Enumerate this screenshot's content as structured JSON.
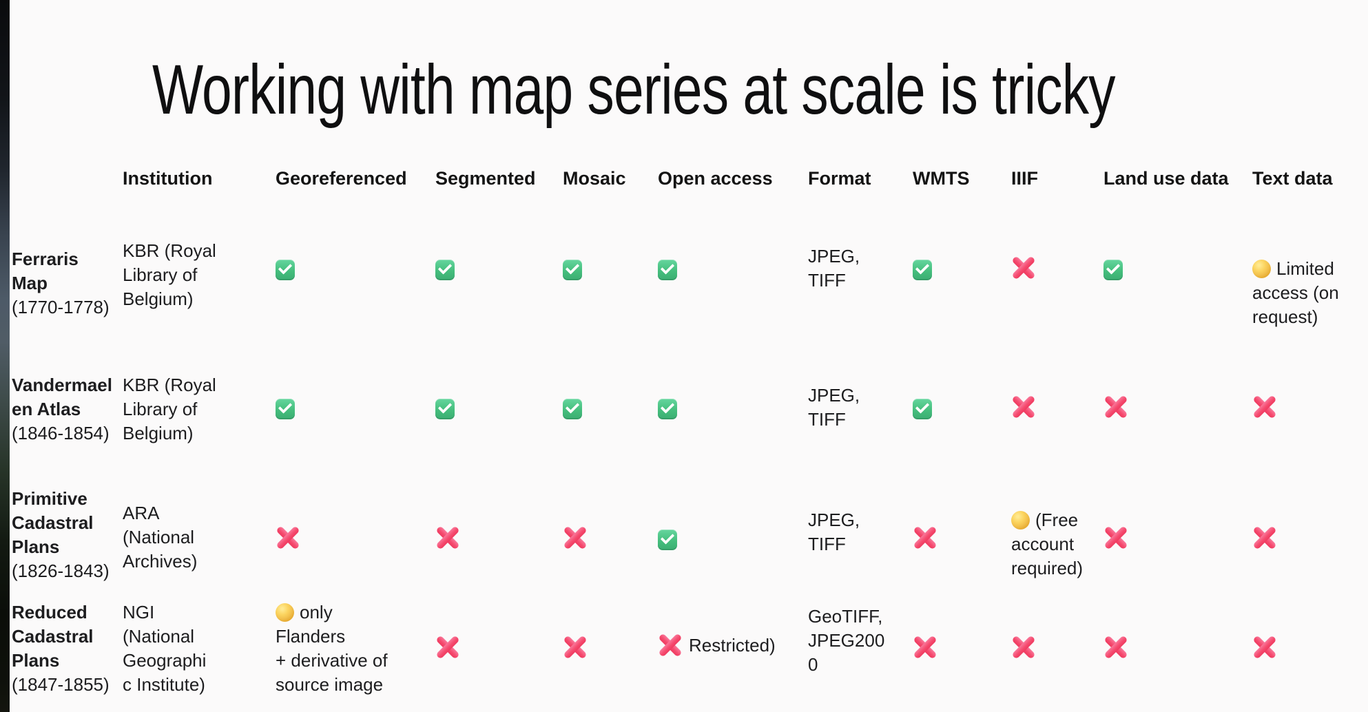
{
  "title": "Working with map series at scale is tricky",
  "colors": {
    "check_green": "#45be7d",
    "cross_pink": "#f5496d",
    "circle_yellow": "#f2c14e",
    "text": "#1d1d1f",
    "background": "#fbfafa"
  },
  "table": {
    "columns": [
      "",
      "Institution",
      "Georeferenced",
      "Segmented",
      "Mosaic",
      "Open access",
      "Format",
      "WMTS",
      "IIIF",
      "Land use data",
      "Text data"
    ],
    "rows": [
      {
        "name": "Ferraris Map",
        "years": "(1770-1778)",
        "cells": [
          {
            "type": "text",
            "text": "KBR (Royal\nLibrary of\nBelgium)"
          },
          {
            "type": "check"
          },
          {
            "type": "check"
          },
          {
            "type": "check"
          },
          {
            "type": "check"
          },
          {
            "type": "text",
            "text": "JPEG,\nTIFF"
          },
          {
            "type": "check"
          },
          {
            "type": "cross"
          },
          {
            "type": "check"
          },
          {
            "type": "circle_text",
            "text": "Limited\naccess (on\nrequest)"
          }
        ]
      },
      {
        "name": "Vandermael\nen Atlas",
        "years": "(1846-1854)",
        "cells": [
          {
            "type": "text",
            "text": "KBR (Royal\nLibrary of\nBelgium)"
          },
          {
            "type": "check"
          },
          {
            "type": "check"
          },
          {
            "type": "check"
          },
          {
            "type": "check"
          },
          {
            "type": "text",
            "text": "JPEG,\nTIFF"
          },
          {
            "type": "check"
          },
          {
            "type": "cross"
          },
          {
            "type": "cross"
          },
          {
            "type": "cross"
          }
        ]
      },
      {
        "name": "Primitive\nCadastral\nPlans",
        "years": "(1826-1843)",
        "cells": [
          {
            "type": "text",
            "text": "ARA\n(National\nArchives)"
          },
          {
            "type": "cross"
          },
          {
            "type": "cross"
          },
          {
            "type": "cross"
          },
          {
            "type": "check"
          },
          {
            "type": "text",
            "text": "JPEG,\nTIFF"
          },
          {
            "type": "cross"
          },
          {
            "type": "circle_text",
            "text": "(Free\naccount\nrequired)"
          },
          {
            "type": "cross"
          },
          {
            "type": "cross"
          }
        ]
      },
      {
        "name": "Reduced\nCadastral\nPlans",
        "years": "(1847-1855)",
        "cells": [
          {
            "type": "text",
            "text": "NGI\n(National\nGeographi\nc Institute)"
          },
          {
            "type": "circle_text",
            "text": "only\nFlanders\n+ derivative of\nsource image"
          },
          {
            "type": "cross"
          },
          {
            "type": "cross"
          },
          {
            "type": "cross_text",
            "text": "Restricted)"
          },
          {
            "type": "text",
            "text": "GeoTIFF,\nJPEG200\n0"
          },
          {
            "type": "cross"
          },
          {
            "type": "cross"
          },
          {
            "type": "cross"
          },
          {
            "type": "cross"
          }
        ]
      }
    ]
  }
}
